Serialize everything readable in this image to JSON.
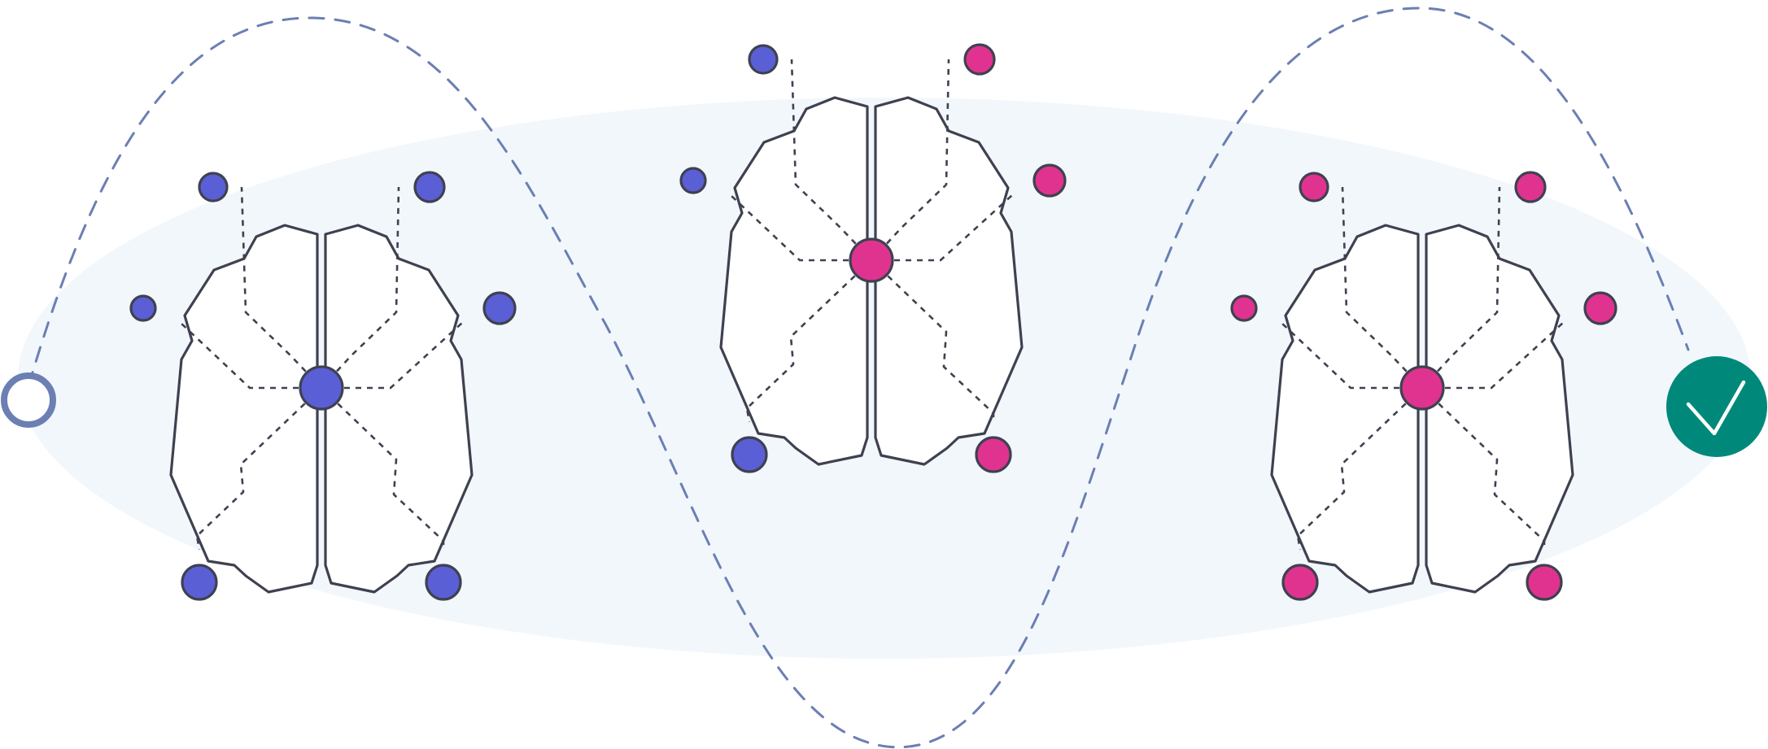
{
  "colors": {
    "background": "#ffffff",
    "halo": "#f2f7fc",
    "outline": "#3f4150",
    "wave": "#6b7fb3",
    "start_ring": "#6b7fb3",
    "end_circle": "#00897b",
    "check_mark": "#ffffff"
  },
  "icons": {
    "start": "open-circle-icon",
    "end": "check-circle-icon"
  },
  "brains": [
    {
      "id": "left",
      "center_color": "#5a5fd6",
      "node_colors": [
        "#5a5fd6",
        "#5a5fd6",
        "#5a5fd6",
        "#5a5fd6",
        "#5a5fd6",
        "#5a5fd6"
      ]
    },
    {
      "id": "middle",
      "center_color": "#e0338f",
      "node_colors": [
        "#5a5fd6",
        "#5a5fd6",
        "#5a5fd6",
        "#e0338f",
        "#e0338f",
        "#e0338f"
      ]
    },
    {
      "id": "right",
      "center_color": "#e0338f",
      "node_colors": [
        "#e0338f",
        "#e0338f",
        "#e0338f",
        "#e0338f",
        "#e0338f",
        "#e0338f"
      ]
    }
  ]
}
